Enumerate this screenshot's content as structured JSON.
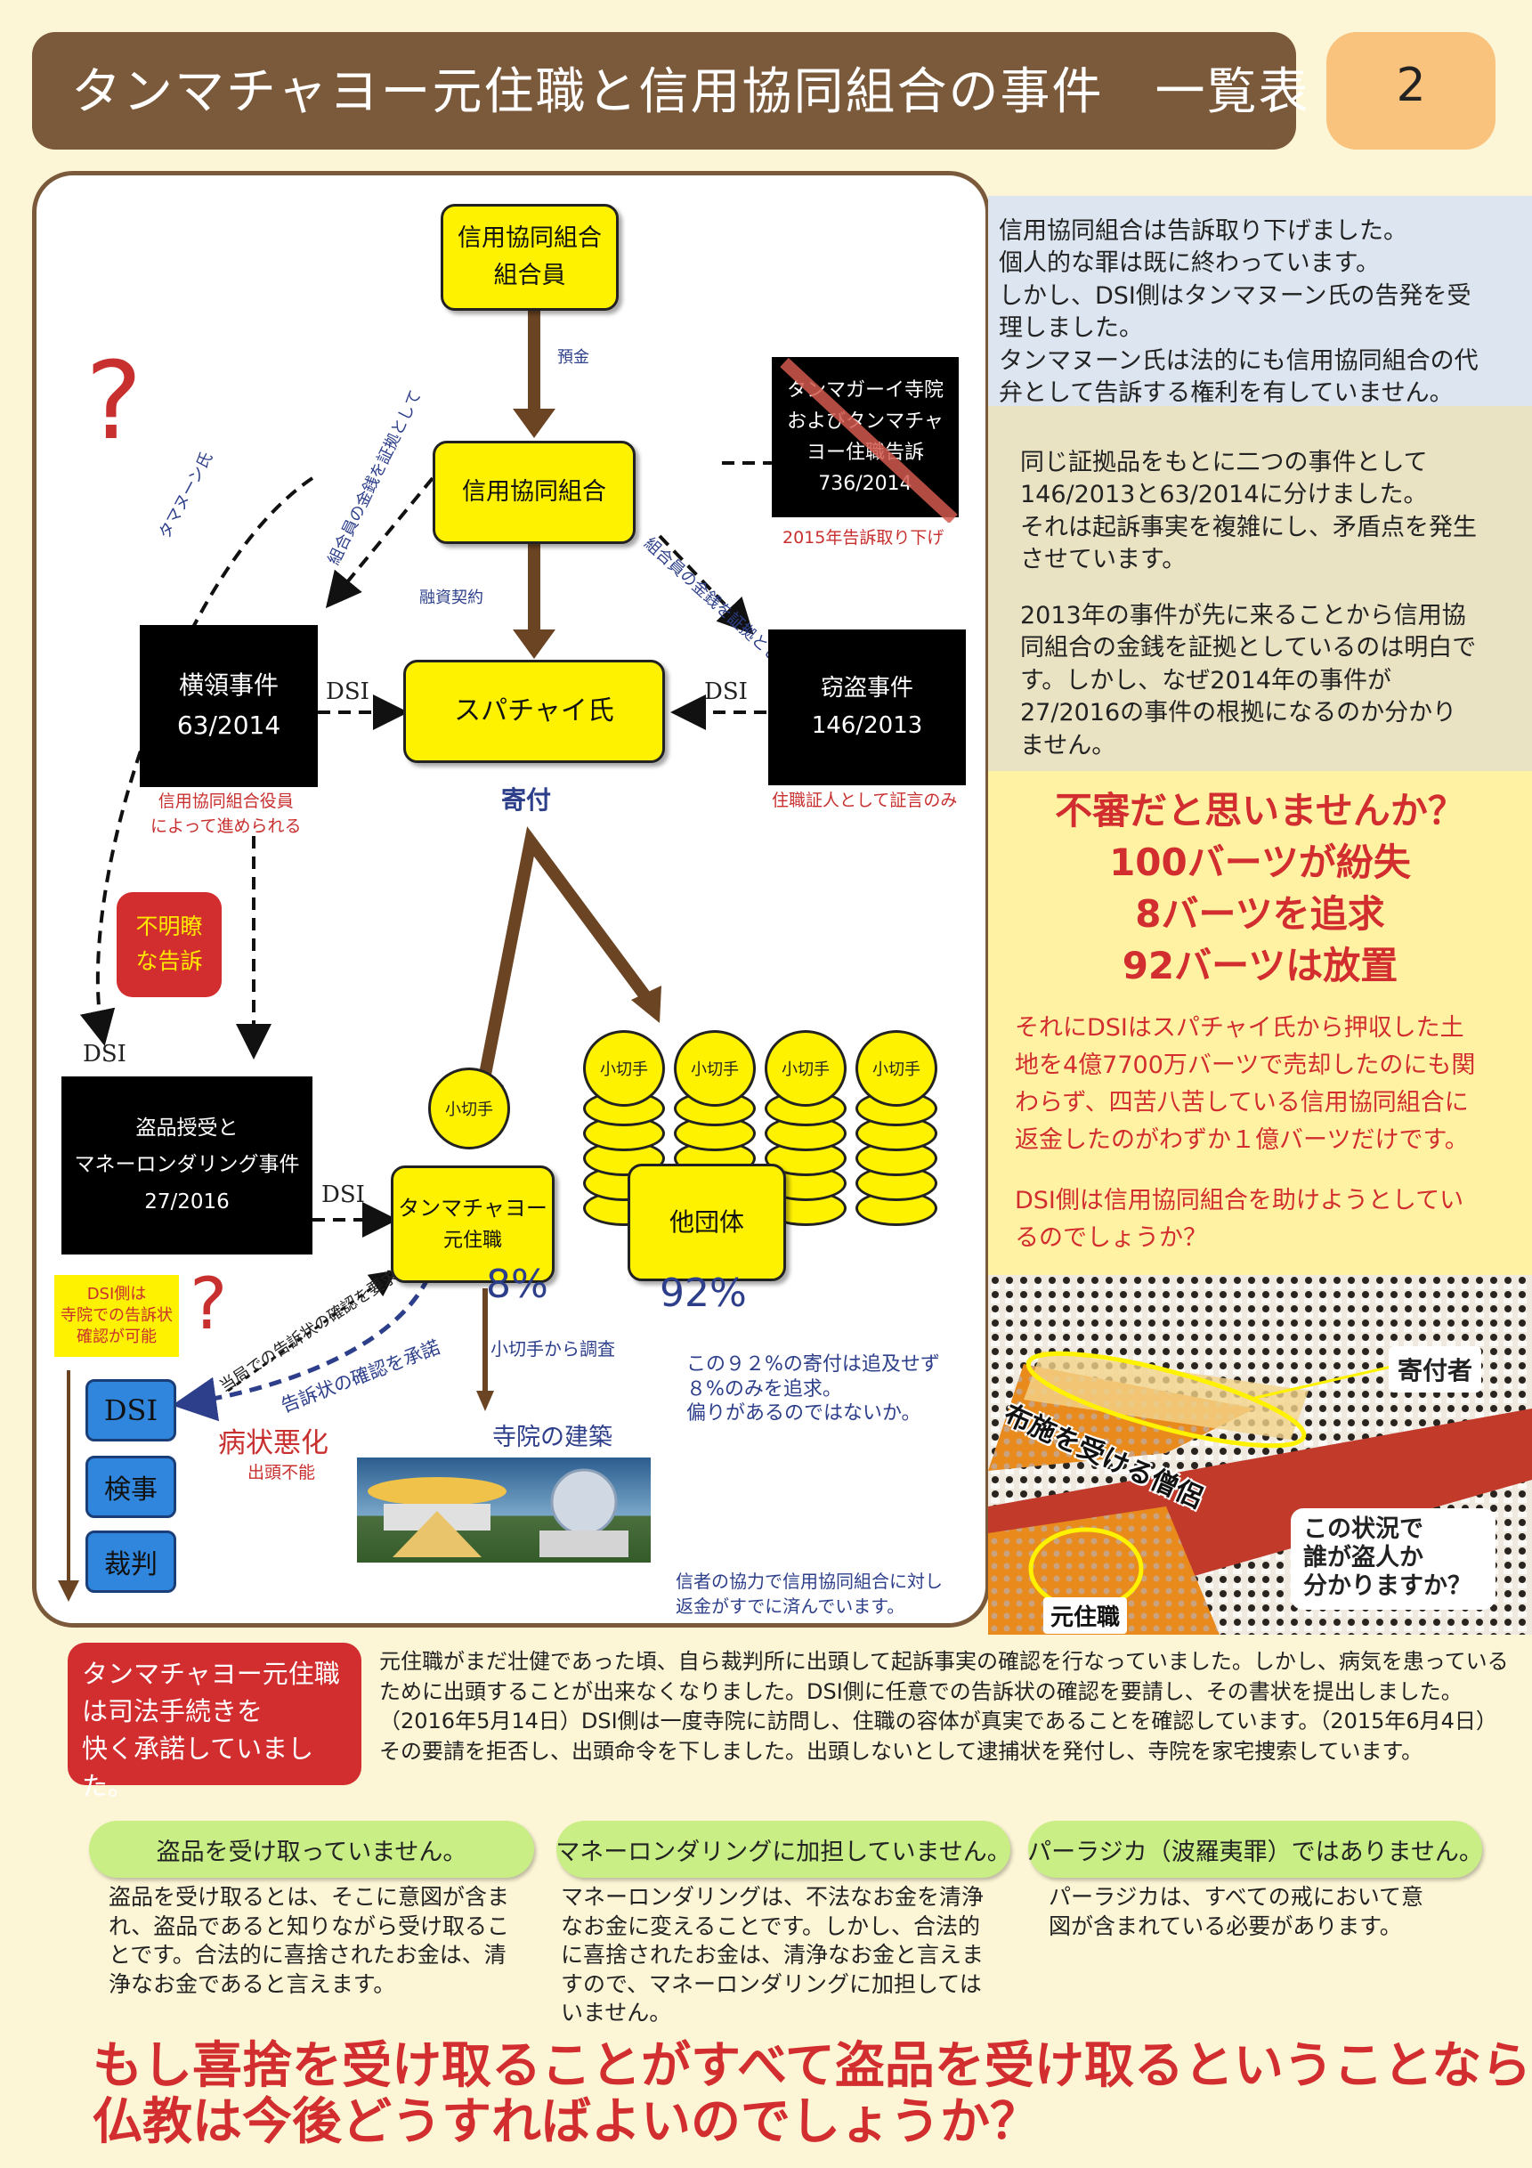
{
  "header": {
    "title": "タンマチャヨー元住職と信用協同組合の事件　一覧表",
    "page_number": "2"
  },
  "diagram": {
    "member_box": [
      "信用協同組合",
      "組合員"
    ],
    "coop_box": "信用協同組合",
    "suphachai_box": "スパチャイ氏",
    "thammachayo_box": [
      "タンマチャヨー",
      "元住職"
    ],
    "other_groups_box": "他団体",
    "lawsuit_box": [
      "タンマガーイ寺院",
      "およびタンマチャ",
      "ヨー住職告訴",
      "736/2014"
    ],
    "lawsuit_note": "2015年告訴取り下げ",
    "embezzle_box": [
      "横領事件",
      "63/2014"
    ],
    "embezzle_note": [
      "信用協同組合役員",
      "によって進められる"
    ],
    "theft_box": [
      "窃盗事件",
      "146/2013"
    ],
    "theft_note": "住職証人として証言のみ",
    "money_box": [
      "盗品授受と",
      "マネーロンダリング事件",
      "27/2016"
    ],
    "deposit_label": "預金",
    "loan_label": "融資契約",
    "donation_label": "寄付",
    "evidence_label_left": "組合員の金銭を証拠として",
    "evidence_label_right": "組合員の金銭を証拠として",
    "tamnunon_label": "タマヌーン氏",
    "dsi_label": "DSI",
    "unclear_box": [
      "不明瞭",
      "な告訴"
    ],
    "check_single": "小切手",
    "check_stack": "小切手",
    "pct_8": "8%",
    "pct_92": "92%",
    "check_investigation": "小切手から調査",
    "temple_label": "寺院の建築",
    "pct_note": [
      "この９２%の寄付は追及せず",
      "８%のみを追求。",
      "偏りがあるのではないか。"
    ],
    "repaid_note": [
      "信者の協力で信用協同組合に対し",
      "返金がすでに済んでいます。"
    ],
    "dsi_note": [
      "DSI側は",
      "寺院での告訴状",
      "確認が可能"
    ],
    "request_label": "当局での告訴状の確認を要求",
    "approve_label": "告訴状の確認を承諾",
    "illness_label": "病状悪化",
    "no_appear_label": "出頭不能",
    "chain": [
      "DSI",
      "検事",
      "裁判"
    ],
    "question_mark": "?"
  },
  "right_panels": {
    "blue": [
      "信用協同組合は告訴取り下げました。",
      "個人的な罪は既に終わっています。",
      "しかし、DSI側はタンマヌーン氏の告発を受",
      "理しました。",
      "タンマヌーン氏は法的にも信用協同組合の代",
      "弁として告訴する権利を有していません。"
    ],
    "tan1": [
      "同じ証拠品をもとに二つの事件として",
      "146/2013と63/2014に分けました。",
      "それは起訴事実を複雑にし、矛盾点を発生",
      "させています。"
    ],
    "tan2": [
      "2013年の事件が先に来ることから信用協",
      "同組合の金銭を証拠としているのは明白で",
      "す。しかし、なぜ2014年の事件が",
      "27/2016の事件の根拠になるのか分かり",
      "ません。"
    ],
    "yellow_head": [
      "不審だと思いませんか？",
      "100バーツが紛失",
      "8バーツを追求",
      "92バーツは放置"
    ],
    "yellow_body1": [
      "それにDSIはスパチャイ氏から押収した土",
      "地を4億7700万バーツで売却したのにも関",
      "わらず、四苦八苦している信用協同組合に",
      "返金したのがわずか１億バーツだけです。"
    ],
    "yellow_body2": [
      "DSI側は信用協同組合を助けようとしてい",
      "るのでしょうか？"
    ]
  },
  "photo": {
    "donor_label": "寄付者",
    "monk_label": "布施を受ける僧侶",
    "abbot_label": "元住職",
    "question_label": [
      "この状況で",
      "誰が盗人か",
      "分かりますか？"
    ]
  },
  "bottom": {
    "red_callout": [
      "タンマチャヨー元住職",
      "は司法手続きを",
      "快く承諾していました。"
    ],
    "paragraph": "元住職がまだ壮健であった頃、自ら裁判所に出頭して起訴事実の確認を行なっていました。しかし、病気を患っているために出頭することが出来なくなりました。DSI側に任意での告訴状の確認を要請し、その書状を提出しました。（2016年5月14日）DSI側は一度寺院に訪問し、住職の容体が真実であることを確認しています。（2015年6月4日）その要請を拒否し、出頭命令を下しました。出頭しないとして逮捕状を発付し、寺院を家宅捜索しています。",
    "pills": [
      {
        "label": "盗品を受け取っていません。",
        "text": [
          "盗品を受け取るとは、そこに意図が含ま",
          "れ、盗品であると知りながら受け取るこ",
          "とです。合法的に喜捨されたお金は、清",
          "浄なお金であると言えます。"
        ]
      },
      {
        "label": "マネーロンダリングに加担していません。",
        "text": [
          "マネーロンダリングは、不法なお金を清浄",
          "なお金に変えることです。しかし、合法的",
          "に喜捨されたお金は、清浄なお金と言えま",
          "すので、マネーロンダリングに加担しては",
          "いません。"
        ]
      },
      {
        "label": "パーラジカ（波羅夷罪）ではありません。",
        "text": [
          "パーラジカは、すべての戒において意",
          "図が含まれている必要があります。"
        ]
      }
    ],
    "closing": [
      "もし喜捨を受け取ることがすべて盗品を受け取るということなら",
      "仏教は今後どうすればよいのでしょうか？"
    ]
  },
  "colors": {
    "header_brown": "#7b5a3b",
    "accent_red": "#d22d2f",
    "box_yellow": "#fff200",
    "navy": "#2d3f8a",
    "pill_green": "#c9ee86"
  }
}
